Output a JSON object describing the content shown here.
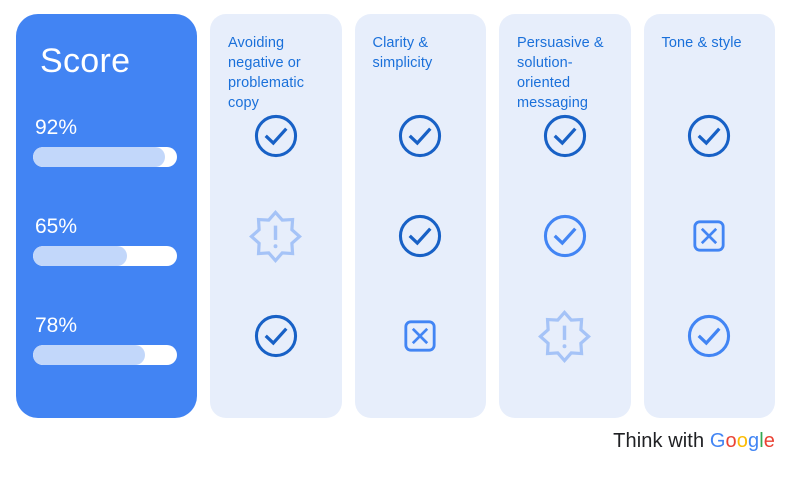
{
  "score_panel": {
    "title": "Score",
    "rows": [
      {
        "label": "92%",
        "value": 92
      },
      {
        "label": "65%",
        "value": 65
      },
      {
        "label": "78%",
        "value": 78
      }
    ]
  },
  "columns": [
    {
      "header": "Avoiding negative or problematic copy",
      "cells": [
        "check-dark",
        "warning",
        "check-dark"
      ]
    },
    {
      "header": "Clarity & simplicity",
      "cells": [
        "check-dark",
        "check-dark",
        "cross"
      ]
    },
    {
      "header": "Persuasive & solution-oriented messaging",
      "cells": [
        "check-dark",
        "check-medium",
        "warning"
      ]
    },
    {
      "header": "Tone & style",
      "cells": [
        "check-dark",
        "cross",
        "check-medium"
      ]
    }
  ],
  "icon_meanings": {
    "check-dark": "pass",
    "check-medium": "pass",
    "warning": "warning",
    "cross": "fail"
  },
  "footer": {
    "brand_prefix": "Think with ",
    "brand_letters": [
      {
        "char": "G",
        "color": "#4285F4"
      },
      {
        "char": "o",
        "color": "#EA4335"
      },
      {
        "char": "o",
        "color": "#FBBC04"
      },
      {
        "char": "g",
        "color": "#4285F4"
      },
      {
        "char": "l",
        "color": "#34A853"
      },
      {
        "char": "e",
        "color": "#EA4335"
      }
    ]
  },
  "colors": {
    "score_card_bg": "#4284F3",
    "score_text": "#FFFFFF",
    "column_bg": "#E7EEFB",
    "header_text": "#1A70DA",
    "bar_track": "#FFFFFF",
    "bar_fill": "#C2D7FA",
    "icon_dark": "#1861C6",
    "icon_medium": "#4285F4",
    "icon_light": "#A5C3F7",
    "brand_text": "#202124"
  },
  "chart_data": {
    "type": "table",
    "title": "Score",
    "row_scores": [
      92,
      65,
      78
    ],
    "row_score_unit": "%",
    "categories": [
      "Avoiding negative or problematic copy",
      "Clarity & simplicity",
      "Persuasive & solution-oriented messaging",
      "Tone & style"
    ],
    "matrix_by_row": [
      [
        "pass",
        "pass",
        "pass",
        "pass"
      ],
      [
        "warning",
        "pass",
        "pass",
        "fail"
      ],
      [
        "pass",
        "fail",
        "warning",
        "pass"
      ]
    ],
    "legend": "rows are scored creatives (92%, 65%, 78%); cells show pass (check circle), warning (starburst with exclamation), fail (x in square)"
  }
}
